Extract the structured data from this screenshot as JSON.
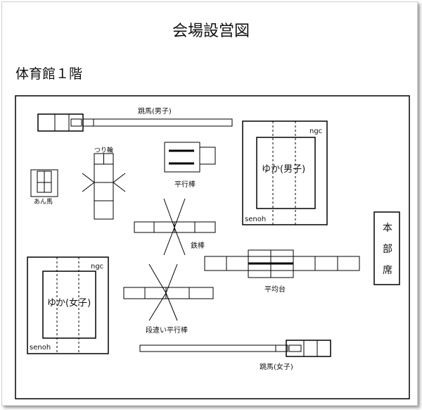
{
  "title": "会場設営図",
  "floor_label": "体育館１階",
  "labels": {
    "vault_men": "跳馬(男子)",
    "vault_women": "跳馬(女子)",
    "rings": "つり輪",
    "pommel_horse": "あん馬",
    "parallel_bars": "平行棒",
    "high_bar": "鉄棒",
    "balance_beam": "平均台",
    "uneven_bars": "段違い平行棒",
    "floor_men": "ゆか(男子)",
    "floor_women": "ゆか(女子)",
    "ngc_men": "ngc",
    "senoh_men": "senoh",
    "ngc_women": "ngc",
    "senoh_women": "senoh",
    "hq": [
      "本",
      "部",
      "席"
    ]
  },
  "colors": {
    "line": "#000000",
    "background": "#ffffff"
  }
}
